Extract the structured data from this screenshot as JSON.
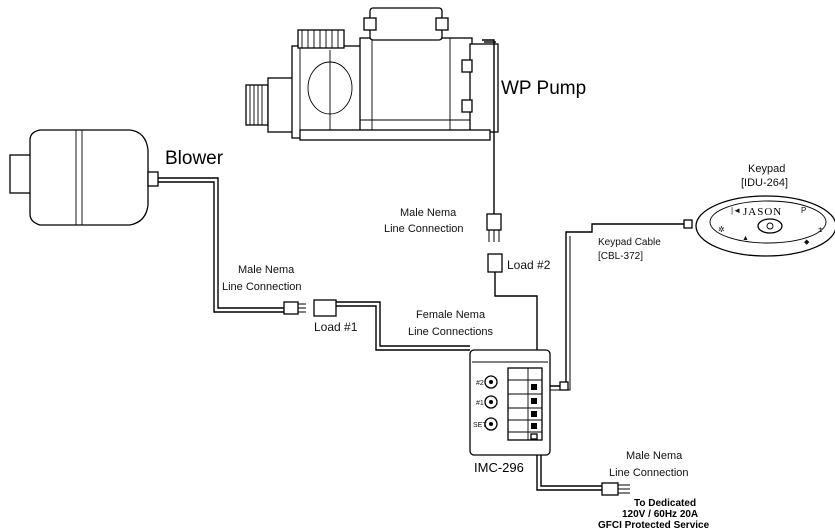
{
  "components": {
    "pump": {
      "label": "WP Pump"
    },
    "blower": {
      "label": "Blower"
    },
    "keypad": {
      "label_line1": "Keypad",
      "label_line2": "[IDU-264]",
      "brand": "JASON"
    },
    "keypad_cable": {
      "label_line1": "Keypad Cable",
      "label_line2": "[CBL-372]"
    },
    "controller": {
      "label": "IMC-296",
      "socket_labels": [
        "#2",
        "#1",
        "SET"
      ]
    }
  },
  "connections": {
    "pump_plug": {
      "line1": "Male Nema",
      "line2": "Line Connection"
    },
    "load2": {
      "label": "Load #2"
    },
    "blower_plug": {
      "line1": "Male Nema",
      "line2": "Line Connection"
    },
    "load1": {
      "label": "Load #1"
    },
    "female_nema": {
      "line1": "Female Nema",
      "line2": "Line Connections"
    },
    "power_plug": {
      "line1": "Male Nema",
      "line2": "Line Connection"
    },
    "power_service": {
      "line1": "To Dedicated",
      "line2": "120V / 60Hz 20A",
      "line3": "GFCI Protected Service"
    }
  }
}
